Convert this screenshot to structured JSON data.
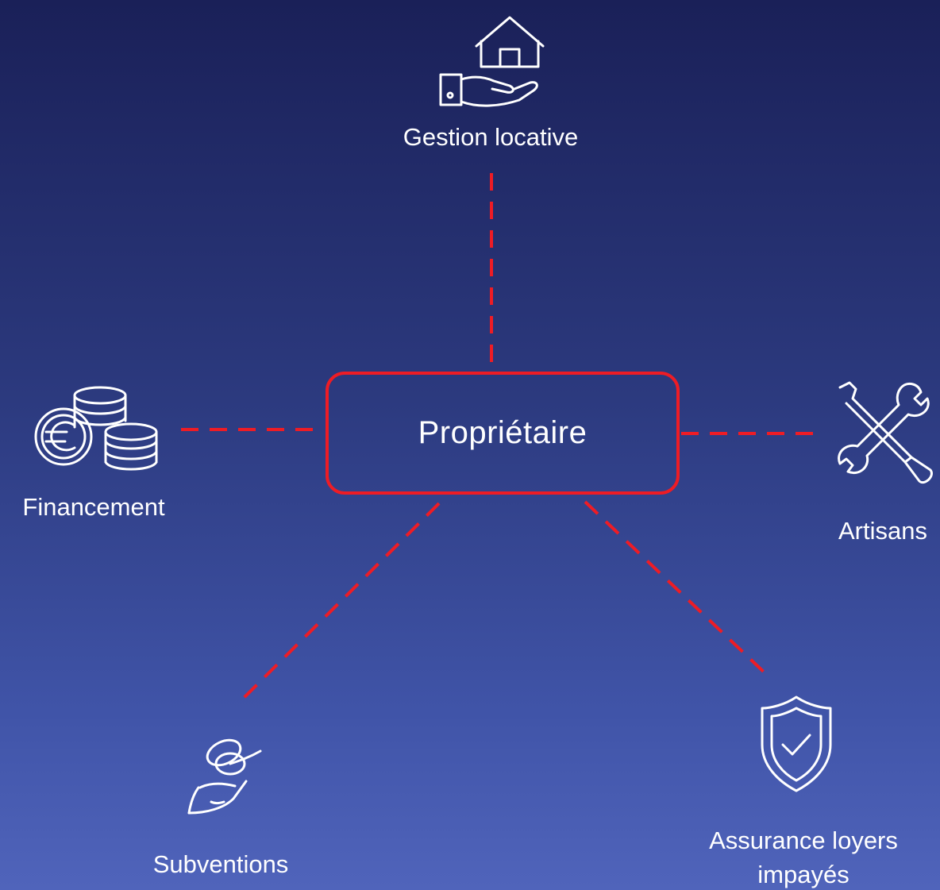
{
  "diagram": {
    "center": {
      "label": "Propriétaire"
    },
    "nodes": {
      "gestion": {
        "label": "Gestion locative",
        "icon": "house-in-hand-icon"
      },
      "financement": {
        "label": "Financement",
        "icon": "euro-coins-icon"
      },
      "artisans": {
        "label": "Artisans",
        "icon": "tools-icon"
      },
      "subventions": {
        "label": "Subventions",
        "icon": "coins-in-hand-icon"
      },
      "assurance": {
        "label_line1": "Assurance loyers",
        "label_line2": "impayés",
        "icon": "shield-check-icon"
      }
    },
    "colors": {
      "connector": "#ee1c25",
      "background_top": "#1a2058",
      "background_bottom": "#5064bb",
      "text": "#ffffff"
    }
  }
}
